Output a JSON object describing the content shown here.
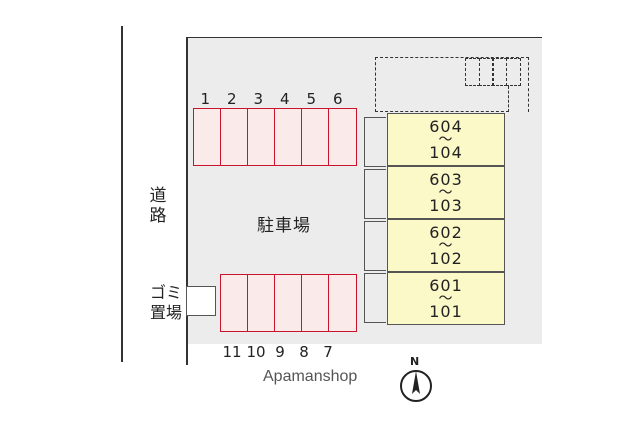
{
  "road_label": "道路",
  "parking_label": "駐車場",
  "garbage_label_line1": "ゴミ",
  "garbage_label_line2": "置場",
  "top_slots": [
    "1",
    "2",
    "3",
    "4",
    "5",
    "6"
  ],
  "bottom_slots": [
    "11",
    "10",
    "9",
    "8",
    "7"
  ],
  "units": [
    {
      "top": "604",
      "bottom": "104"
    },
    {
      "top": "603",
      "bottom": "103"
    },
    {
      "top": "602",
      "bottom": "102"
    },
    {
      "top": "601",
      "bottom": "101"
    }
  ],
  "unit_separator": "〜",
  "watermark": "Apamanshop",
  "compass_label": "N",
  "colors": {
    "slot_border": "#c8142c",
    "slot_fill": "#fbeaea",
    "unit_fill": "#fcf9c8",
    "lot_fill": "#ececec"
  }
}
